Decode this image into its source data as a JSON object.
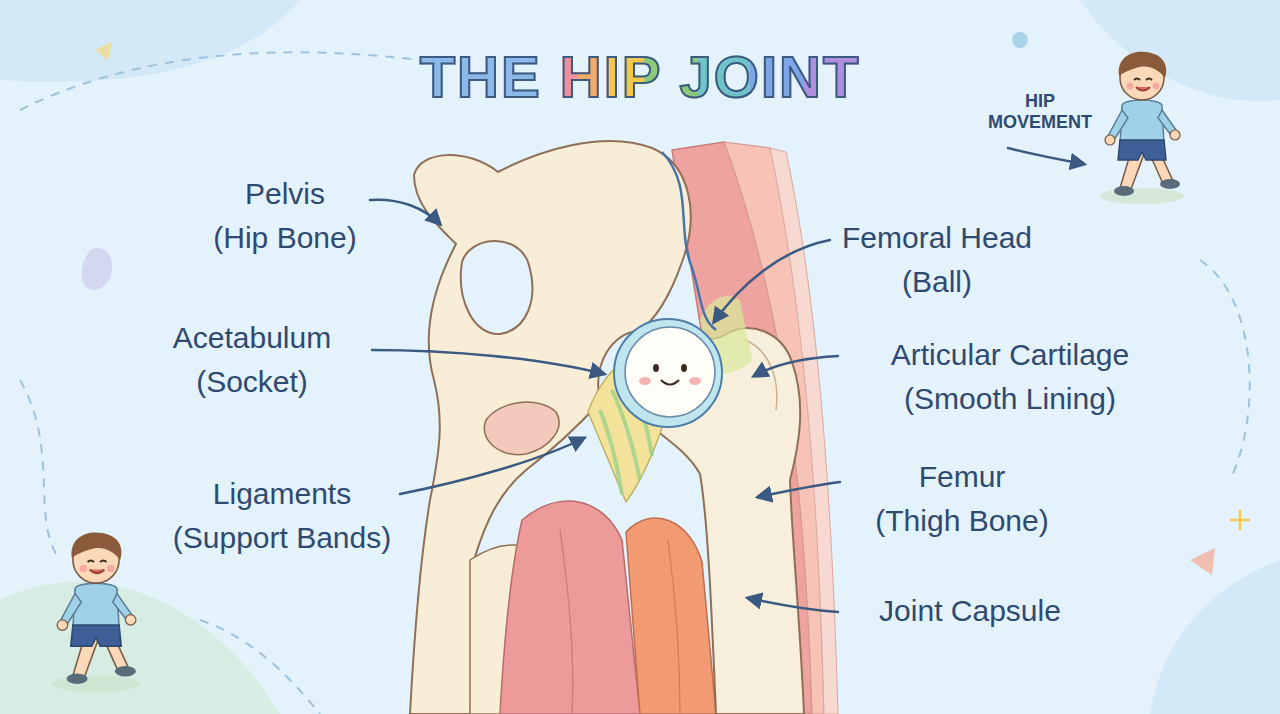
{
  "diagram": {
    "title": "THE HIP JOINT",
    "labels": [
      "HIP MOVEMENT",
      "Pelvis",
      "(Hip Bone)",
      "Femoral Head",
      "(Ball)",
      "Acetabulum",
      "(Socket)",
      "Articular Cartilage",
      "(Smooth Lining)",
      "Ligaments",
      "(Support Bands)",
      "Femur",
      "(Thigh Bone)",
      "Joint Capsule"
    ]
  }
}
